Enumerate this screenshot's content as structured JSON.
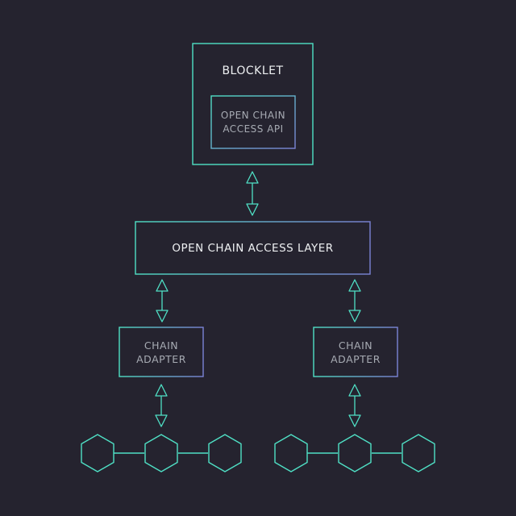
{
  "colors": {
    "background": "#25232f",
    "teal": "#4fe0c5",
    "purple_blue": "#7b83d6",
    "text_white": "#eef0f2",
    "text_grey": "#a7abb3"
  },
  "blocklet": {
    "title": "BLOCKLET",
    "api_line1": "OPEN CHAIN",
    "api_line2": "ACCESS API"
  },
  "access_layer": {
    "label": "OPEN CHAIN ACCESS LAYER"
  },
  "adapters": [
    {
      "line1": "CHAIN",
      "line2": "ADAPTER"
    },
    {
      "line1": "CHAIN",
      "line2": "ADAPTER"
    }
  ],
  "chains": [
    {
      "node_count": 3
    },
    {
      "node_count": 3
    }
  ],
  "icons": {
    "arrow": "double-headed-arrow",
    "node": "hexagon",
    "chain_link": "line"
  }
}
